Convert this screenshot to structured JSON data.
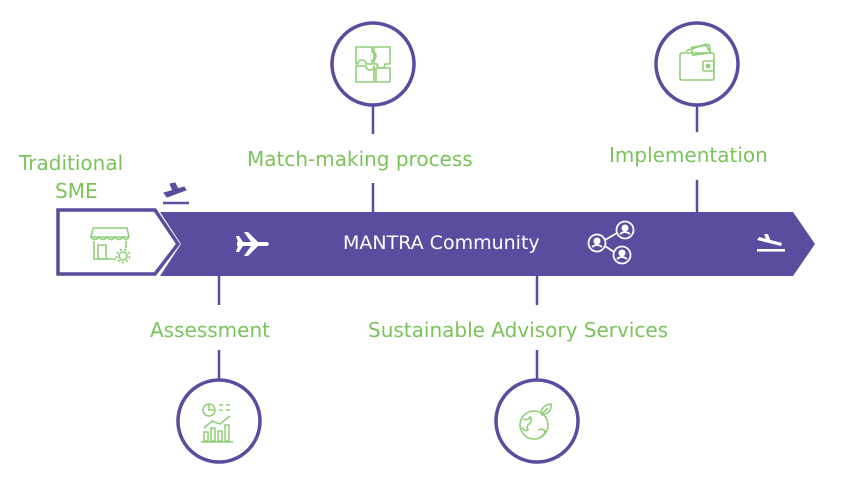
{
  "start": {
    "label_line1": "Traditional",
    "label_line2": "SME",
    "icon": "shop-gear-icon"
  },
  "banner": {
    "title": "MANTRA Community",
    "title_icon": "community-network-icon"
  },
  "steps": {
    "assessment": {
      "label": "Assessment",
      "icon": "analytics-chart-icon"
    },
    "matchmaking": {
      "label": "Match-making process",
      "icon": "puzzle-icon"
    },
    "advisory": {
      "label": "Sustainable Advisory Services",
      "icon": "eco-globe-leaf-icon"
    },
    "implementation": {
      "label": "Implementation",
      "icon": "wallet-icon"
    }
  },
  "colors": {
    "primary": "#5a4c9e",
    "accent_text": "#7ac35a",
    "icon_stroke": "#8fcf77",
    "background": "#ffffff"
  }
}
